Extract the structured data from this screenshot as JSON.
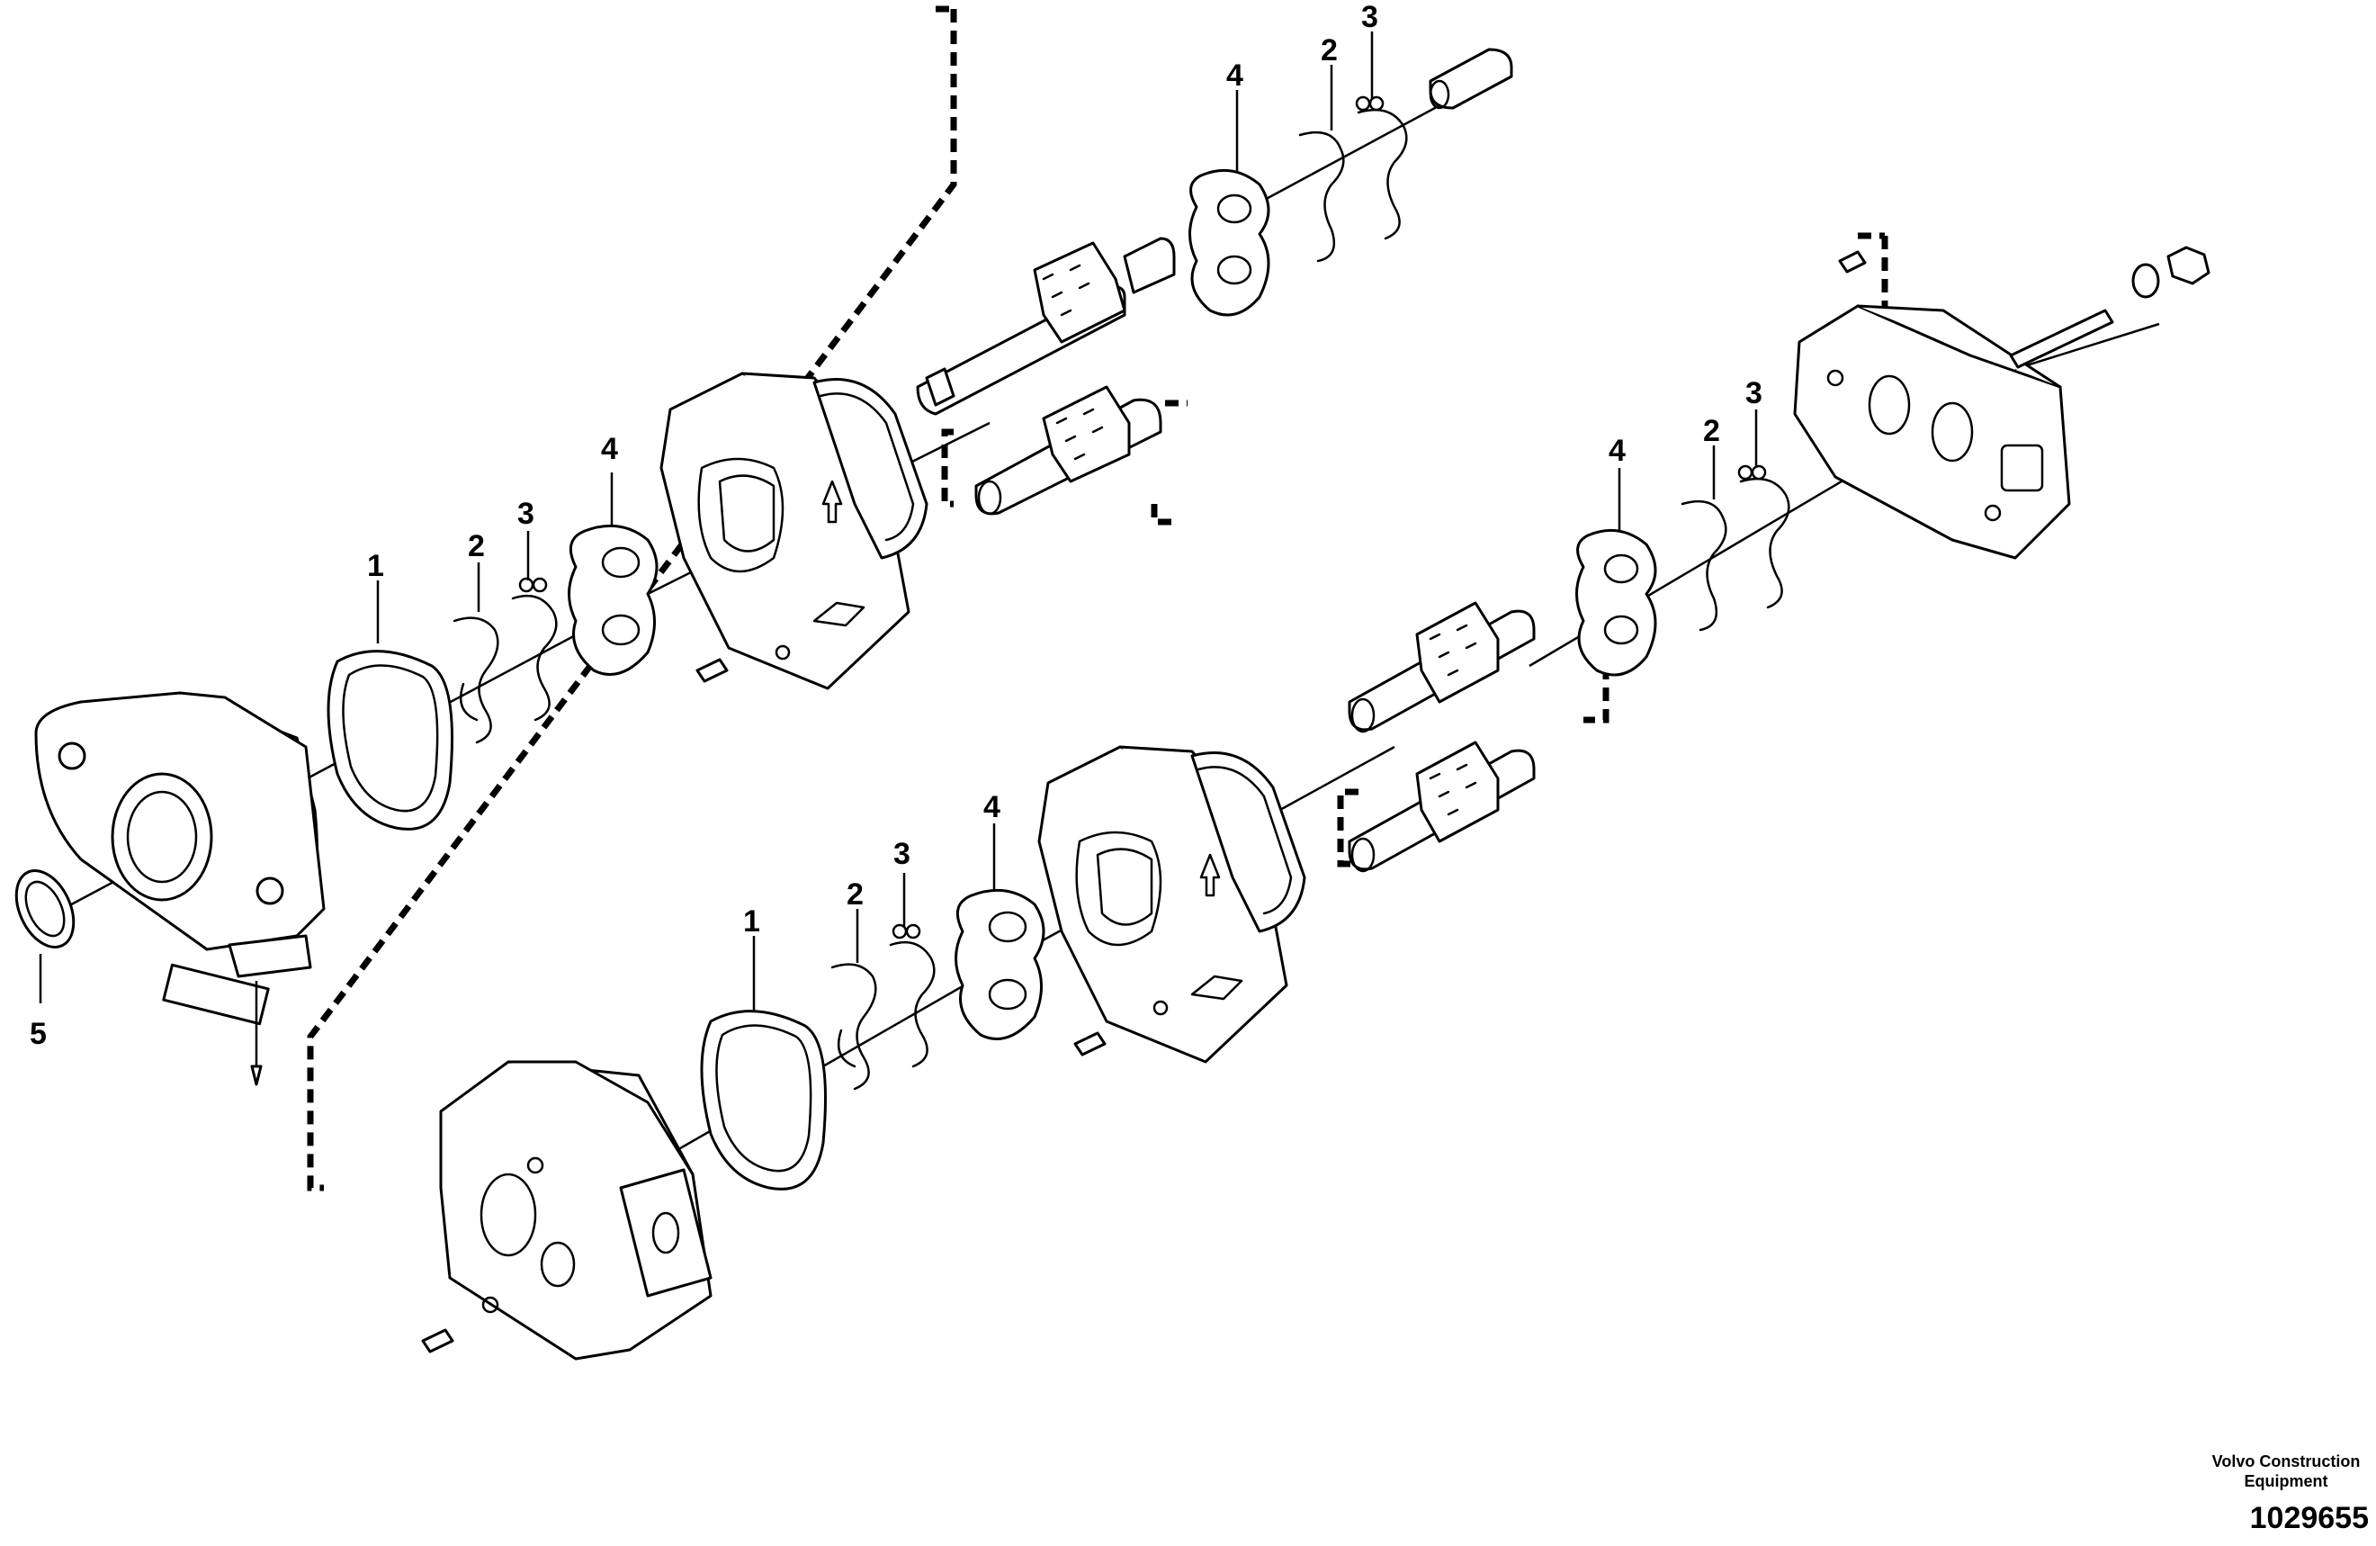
{
  "figure": {
    "callouts": {
      "upper_1": "1",
      "upper_2": "2",
      "upper_3": "3",
      "upper_4": "4",
      "upper_rear_2": "2",
      "upper_rear_3": "3",
      "upper_rear_4": "4",
      "lower_1": "1",
      "lower_2": "2",
      "lower_3": "3",
      "lower_4": "4",
      "lower_rear_2": "2",
      "lower_rear_3": "3",
      "lower_rear_4": "4",
      "seal_5": "5"
    },
    "credit_line1": "Volvo Construction",
    "credit_line2": "Equipment",
    "figure_number": "1029655"
  }
}
